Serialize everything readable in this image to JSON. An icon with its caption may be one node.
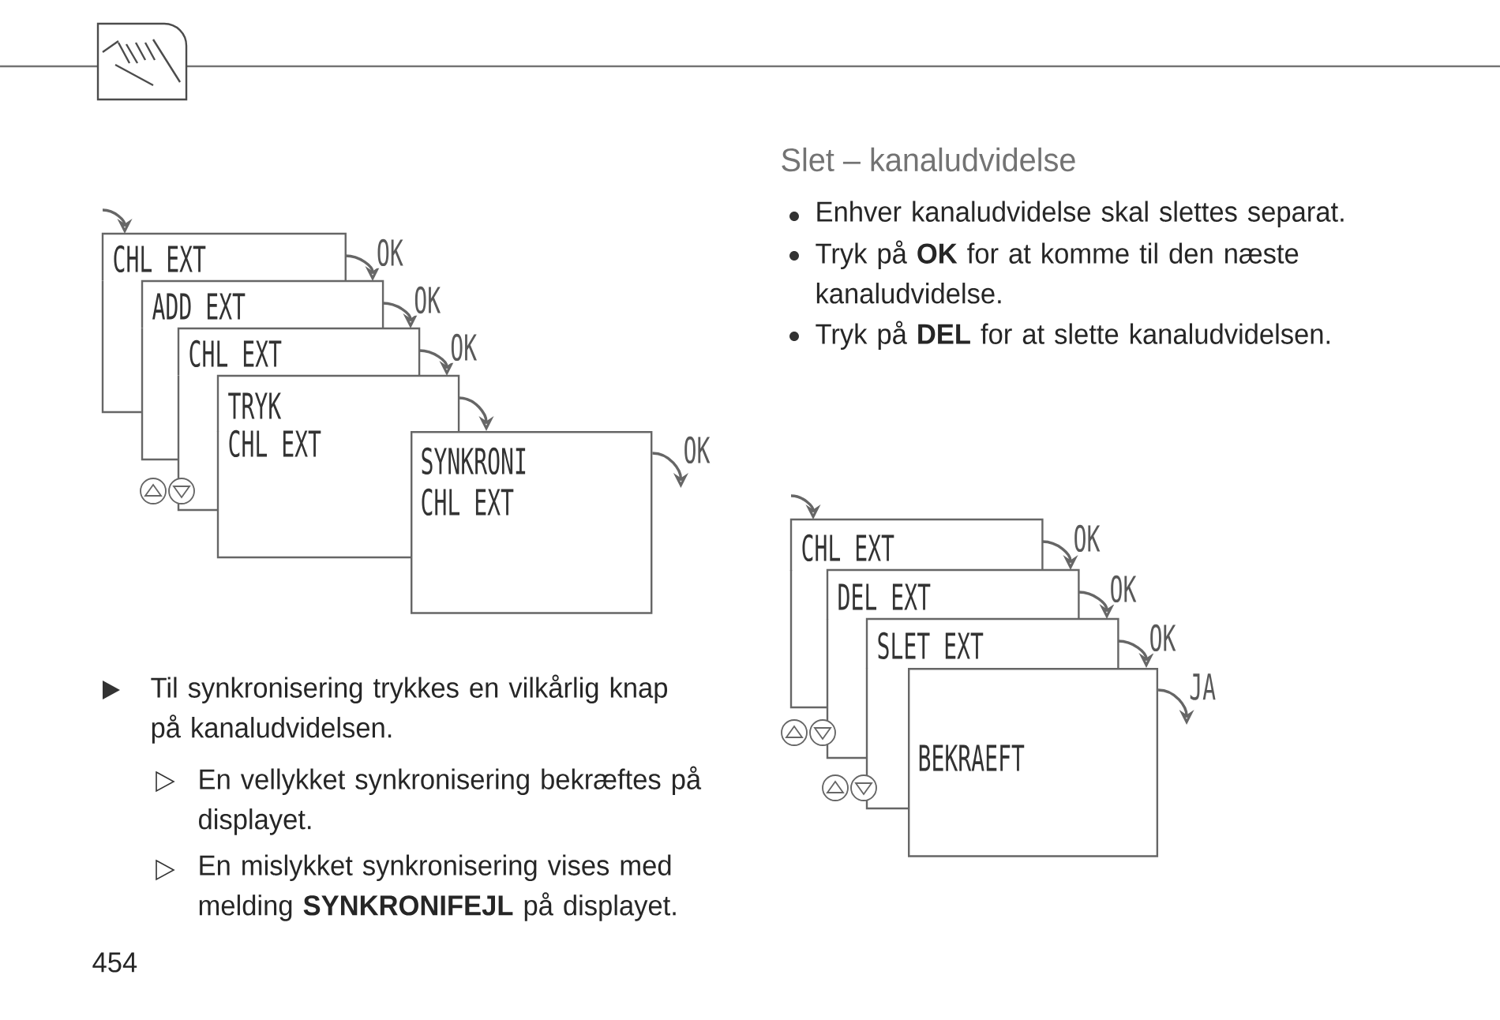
{
  "diagram": {
    "title": "Slet – kanaludvidelse",
    "nodes": [
      {
        "text": [
          "CHL EXT"
        ]
      },
      {
        "text": [
          "ADD EXT"
        ]
      },
      {
        "text": [
          "CHL EXT"
        ]
      },
      {
        "text": [
          "TRYK",
          "CHL EXT"
        ]
      },
      {
        "text": [
          "SYNKRONI",
          "CHL EXT"
        ]
      },
      {
        "text": [
          "CHL EXT"
        ]
      },
      {
        "text": [
          "DEL EXT"
        ]
      },
      {
        "text": [
          "SLET EXT"
        ]
      },
      {
        "text": [
          "BEKRAEFT"
        ]
      }
    ],
    "edges": [
      {
        "from": null,
        "to": 0,
        "arrow": "to"
      },
      {
        "from": 0,
        "to": 1,
        "arrow": "to",
        "label": "OK"
      },
      {
        "from": 1,
        "to": 2,
        "arrow": "to",
        "label": "OK"
      },
      {
        "from": 2,
        "to": 3,
        "arrow": "to",
        "label": "OK"
      },
      {
        "from": 3,
        "to": 4,
        "arrow": "to"
      },
      {
        "from": 4,
        "to": null,
        "arrow": "to",
        "label": "OK"
      },
      {
        "from": null,
        "to": 5,
        "arrow": "to"
      },
      {
        "from": 5,
        "to": 6,
        "arrow": "to",
        "label": "OK"
      },
      {
        "from": 6,
        "to": 7,
        "arrow": "to",
        "label": "OK"
      },
      {
        "from": 7,
        "to": 8,
        "arrow": "to",
        "label": "OK"
      },
      {
        "from": 8,
        "to": null,
        "arrow": "to",
        "label": "JA"
      }
    ],
    "labels": [
      "Enhver kanaludvidelse skal slettes separat.",
      "Tryk på **OK** for at komme til den næste kanaludvidelse.",
      "Tryk på **DEL** for at slette kanaludvidelsen.",
      "Til synkronisering trykkes en vilkårlig knap på kanaludvidelsen.",
      "En vellykket synkronisering bekræftes på displayet.",
      "En mislykket synkronisering vises med melding **SYNKRONIFEJL** på displayet.",
      "454"
    ]
  }
}
